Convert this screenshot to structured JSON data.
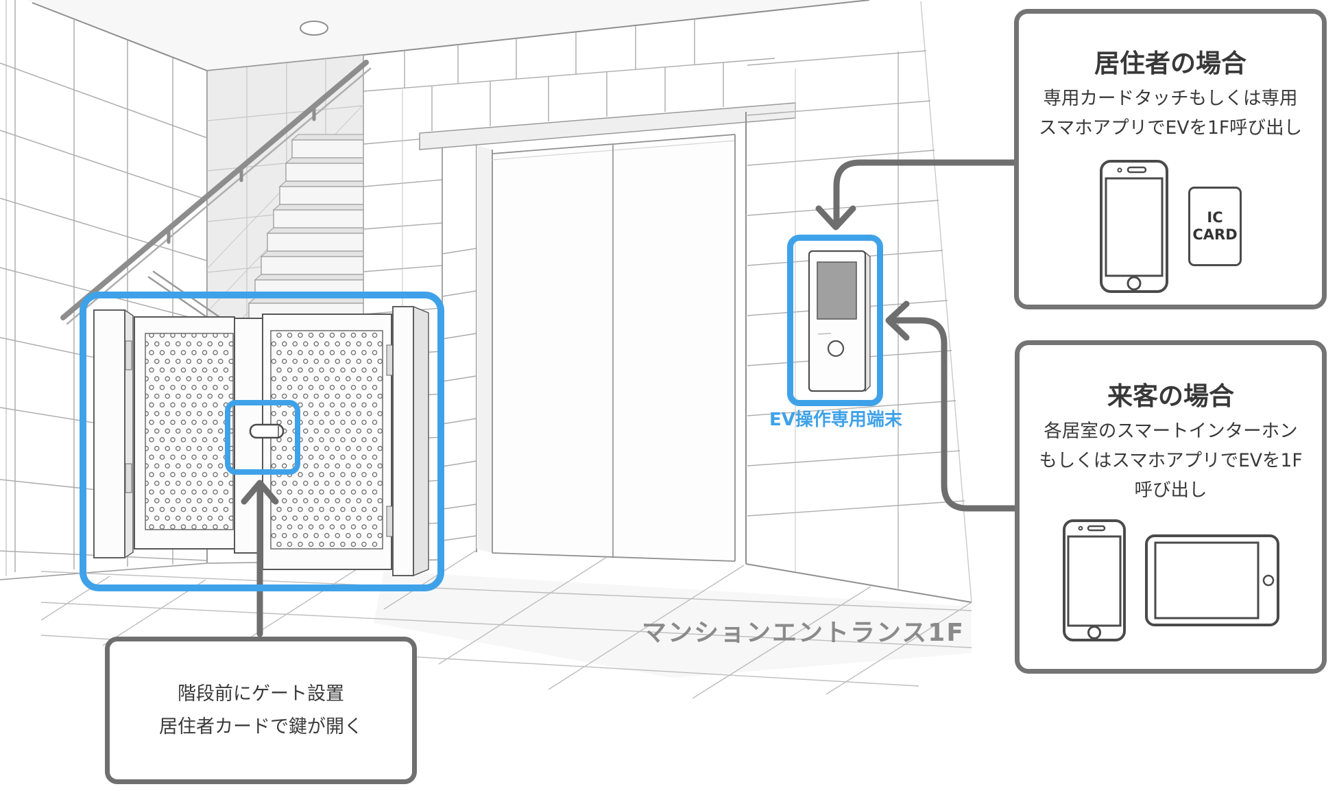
{
  "scene": {
    "entrance_label": "マンションエントランス1F",
    "terminal_label": "EV操作専用端末"
  },
  "panels": {
    "resident": {
      "title": "居住者の場合",
      "lines": [
        "専用カードタッチもしくは専用",
        "スマホアプリでEVを1F呼び出し"
      ],
      "ic_card_lines": [
        "IC",
        "CARD"
      ],
      "icons": [
        "smartphone-icon",
        "ic-card-icon"
      ]
    },
    "visitor": {
      "title": "来客の場合",
      "lines": [
        "各居室のスマートインターホン",
        "もしくはスマホアプリでEVを1F",
        "呼び出し"
      ],
      "icons": [
        "smartphone-icon",
        "tablet-icon"
      ]
    },
    "gate_callout": {
      "lines": [
        "階段前にゲート設置",
        "居住者カードで鍵が開く"
      ]
    }
  },
  "colors": {
    "highlight_blue": "#3FA2E9",
    "arrow_gray": "#6E6E6E",
    "panel_border_gray": "#747474",
    "callout_border_gray": "#6F6F6F",
    "heading_text": "#3A3A3A",
    "entrance_text_gray": "#8A8A8A"
  }
}
